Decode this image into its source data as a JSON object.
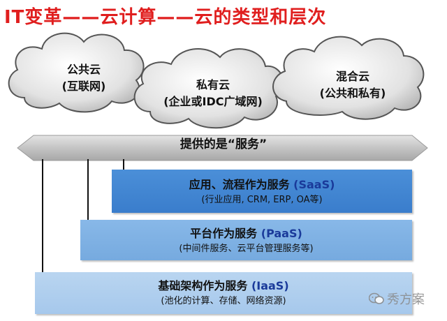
{
  "title": "IT变革——云计算——云的类型和层次",
  "clouds": [
    {
      "line1": "公共云",
      "line2": "(互联网)"
    },
    {
      "line1": "私有云",
      "line2": "(企业或IDC广域网)"
    },
    {
      "line1": "混合云",
      "line2": "(公共和私有)"
    }
  ],
  "banner": {
    "label": "提供的是“服务”"
  },
  "tiers": {
    "saas": {
      "name": "应用、流程作为服务",
      "abbr": "(SaaS)",
      "desc": "(行业应用, CRM, ERP, OA等)"
    },
    "paas": {
      "name": "平台作为服务",
      "abbr": "(PaaS)",
      "desc": "(中间件服务、云平台管理服务等)"
    },
    "iaas": {
      "name": "基础架构作为服务",
      "abbr": "(IaaS)",
      "desc": "(池化的计算、存储、网络资源)"
    }
  },
  "watermark": {
    "text": "秀方案",
    "icon": "wechat-icon"
  },
  "colors": {
    "title": "#e01e1e",
    "abbr": "#1a3a9a",
    "saas": "#3a7dcc",
    "paas": "#76aadf",
    "iaas": "#a6c8ec"
  }
}
